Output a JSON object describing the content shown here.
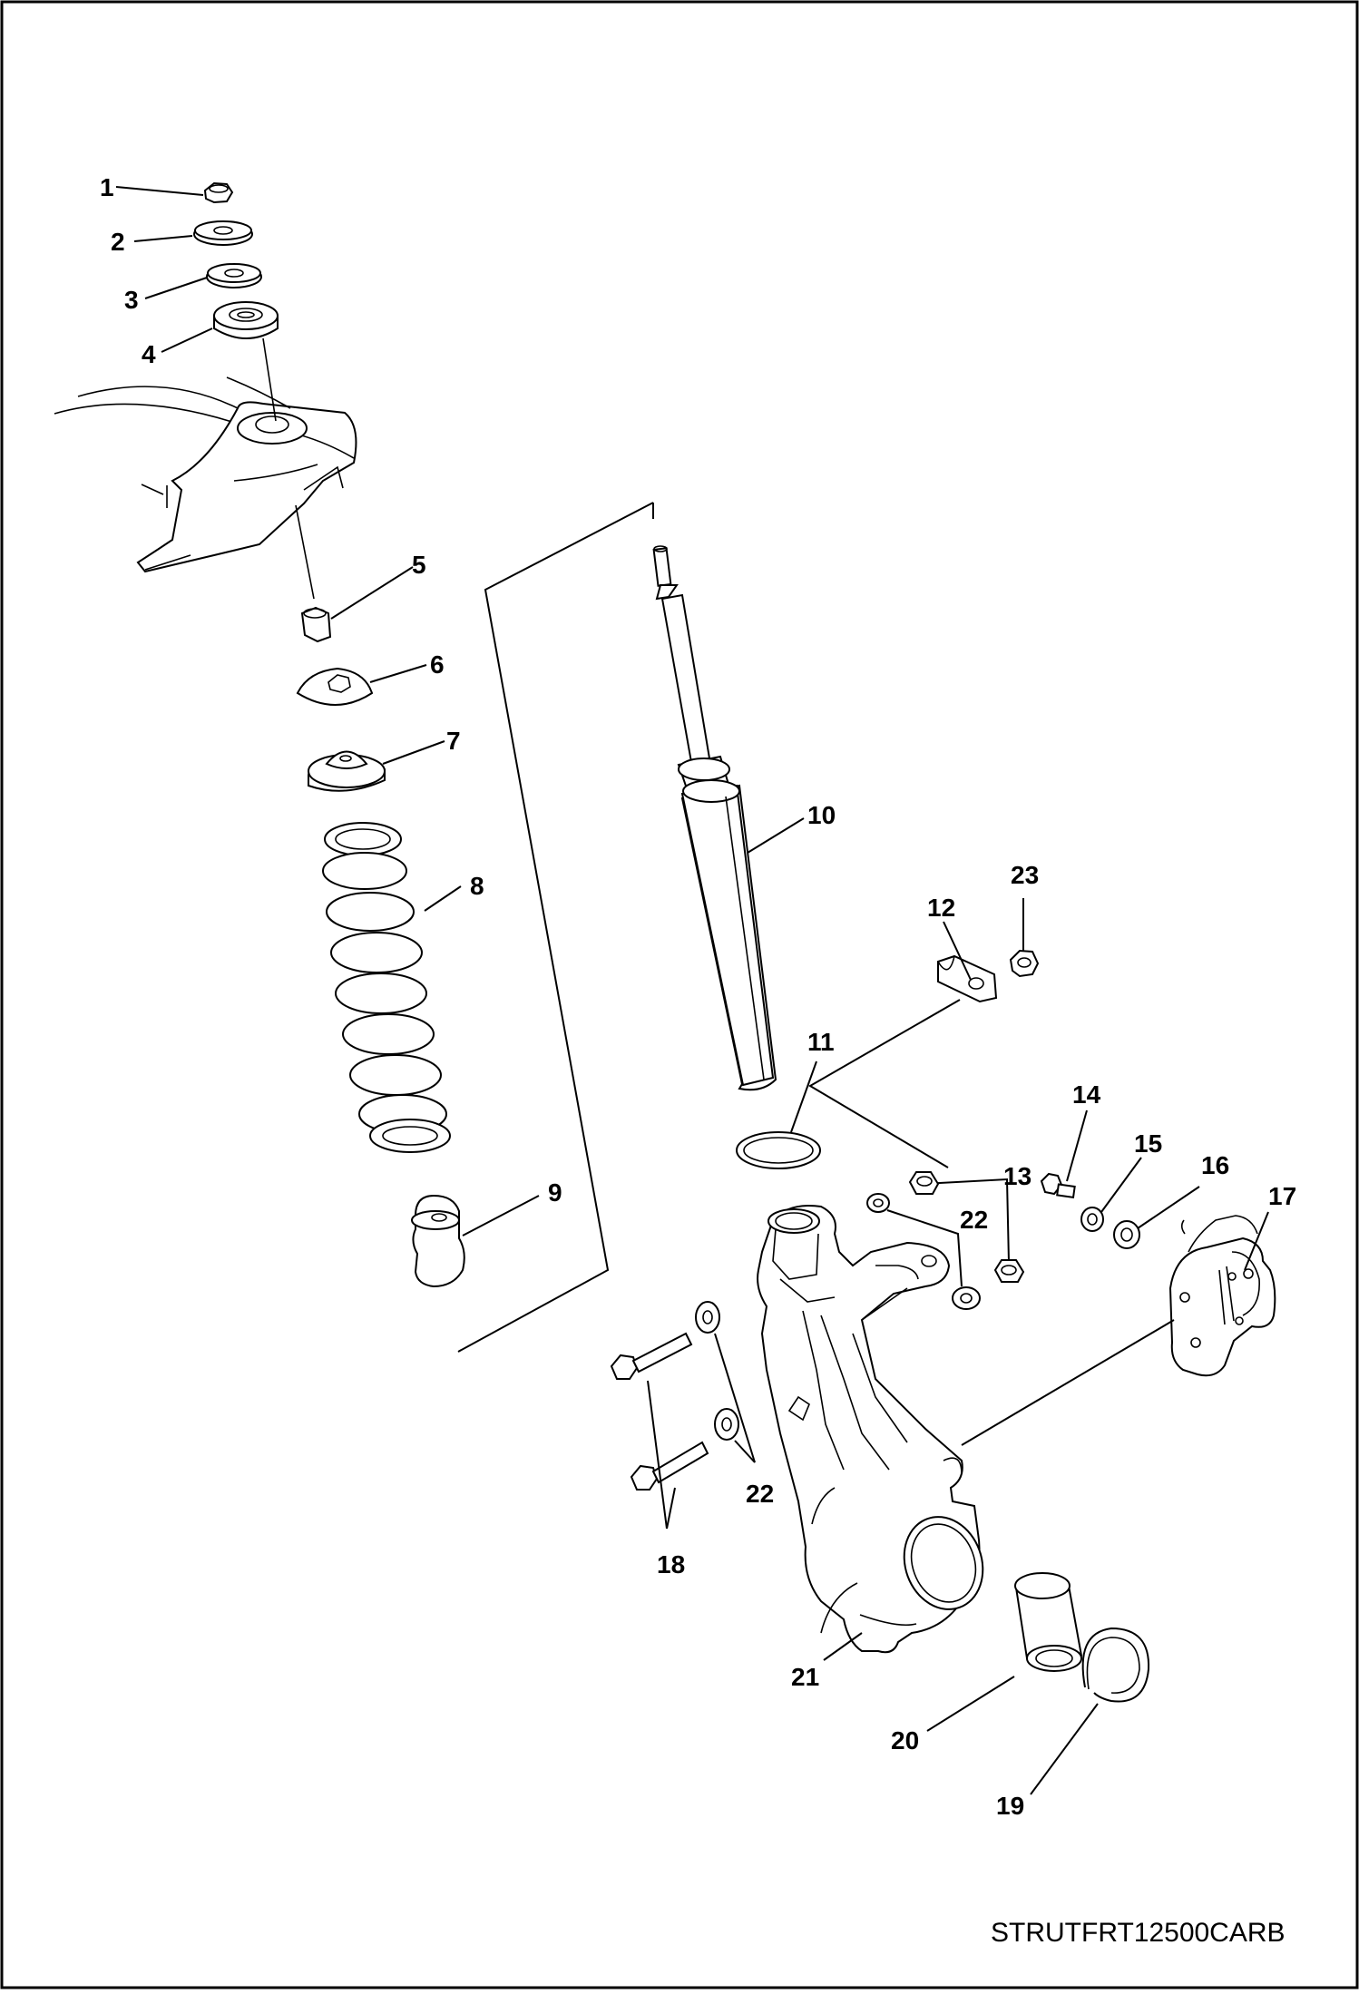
{
  "drawing": {
    "code": "STRUTFRT12500CARB"
  },
  "callouts": [
    {
      "id": "c1",
      "label": "1"
    },
    {
      "id": "c2",
      "label": "2"
    },
    {
      "id": "c3",
      "label": "3"
    },
    {
      "id": "c4",
      "label": "4"
    },
    {
      "id": "c5",
      "label": "5"
    },
    {
      "id": "c6",
      "label": "6"
    },
    {
      "id": "c7",
      "label": "7"
    },
    {
      "id": "c8",
      "label": "8"
    },
    {
      "id": "c9",
      "label": "9"
    },
    {
      "id": "c10",
      "label": "10"
    },
    {
      "id": "c11",
      "label": "11"
    },
    {
      "id": "c12",
      "label": "12"
    },
    {
      "id": "c13",
      "label": "13"
    },
    {
      "id": "c14",
      "label": "14"
    },
    {
      "id": "c15",
      "label": "15"
    },
    {
      "id": "c16",
      "label": "16"
    },
    {
      "id": "c17",
      "label": "17"
    },
    {
      "id": "c18",
      "label": "18"
    },
    {
      "id": "c19",
      "label": "19"
    },
    {
      "id": "c20",
      "label": "20"
    },
    {
      "id": "c21",
      "label": "21"
    },
    {
      "id": "c22a",
      "label": "22"
    },
    {
      "id": "c22b",
      "label": "22"
    },
    {
      "id": "c23",
      "label": "23"
    }
  ]
}
